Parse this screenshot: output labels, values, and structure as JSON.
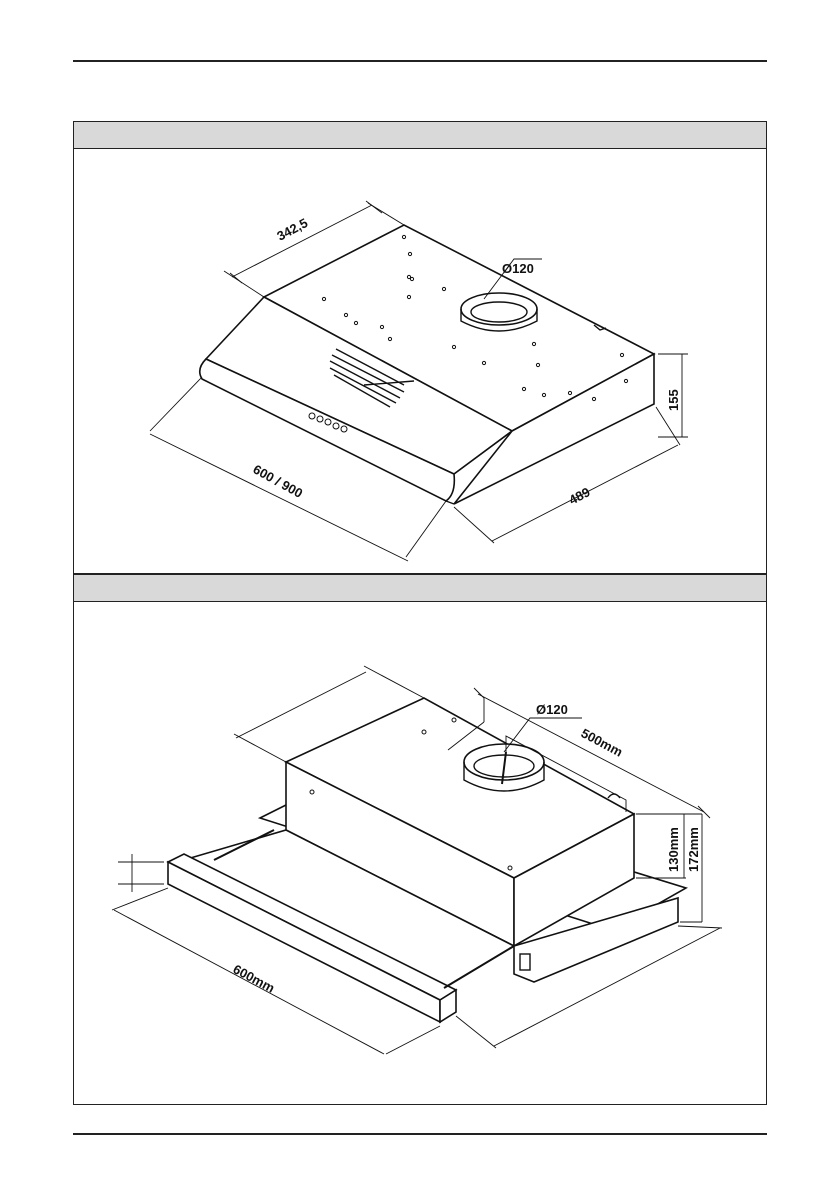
{
  "figure_a": {
    "dims": {
      "depth_top": "342,5",
      "duct_diameter": "Ø120",
      "height": "155",
      "width": "600 / 900",
      "depth": "489"
    }
  },
  "figure_b": {
    "dims": {
      "duct_diameter": "Ø120",
      "depth": "500mm",
      "height_body": "130mm",
      "height_total": "172mm",
      "width": "600mm"
    }
  }
}
